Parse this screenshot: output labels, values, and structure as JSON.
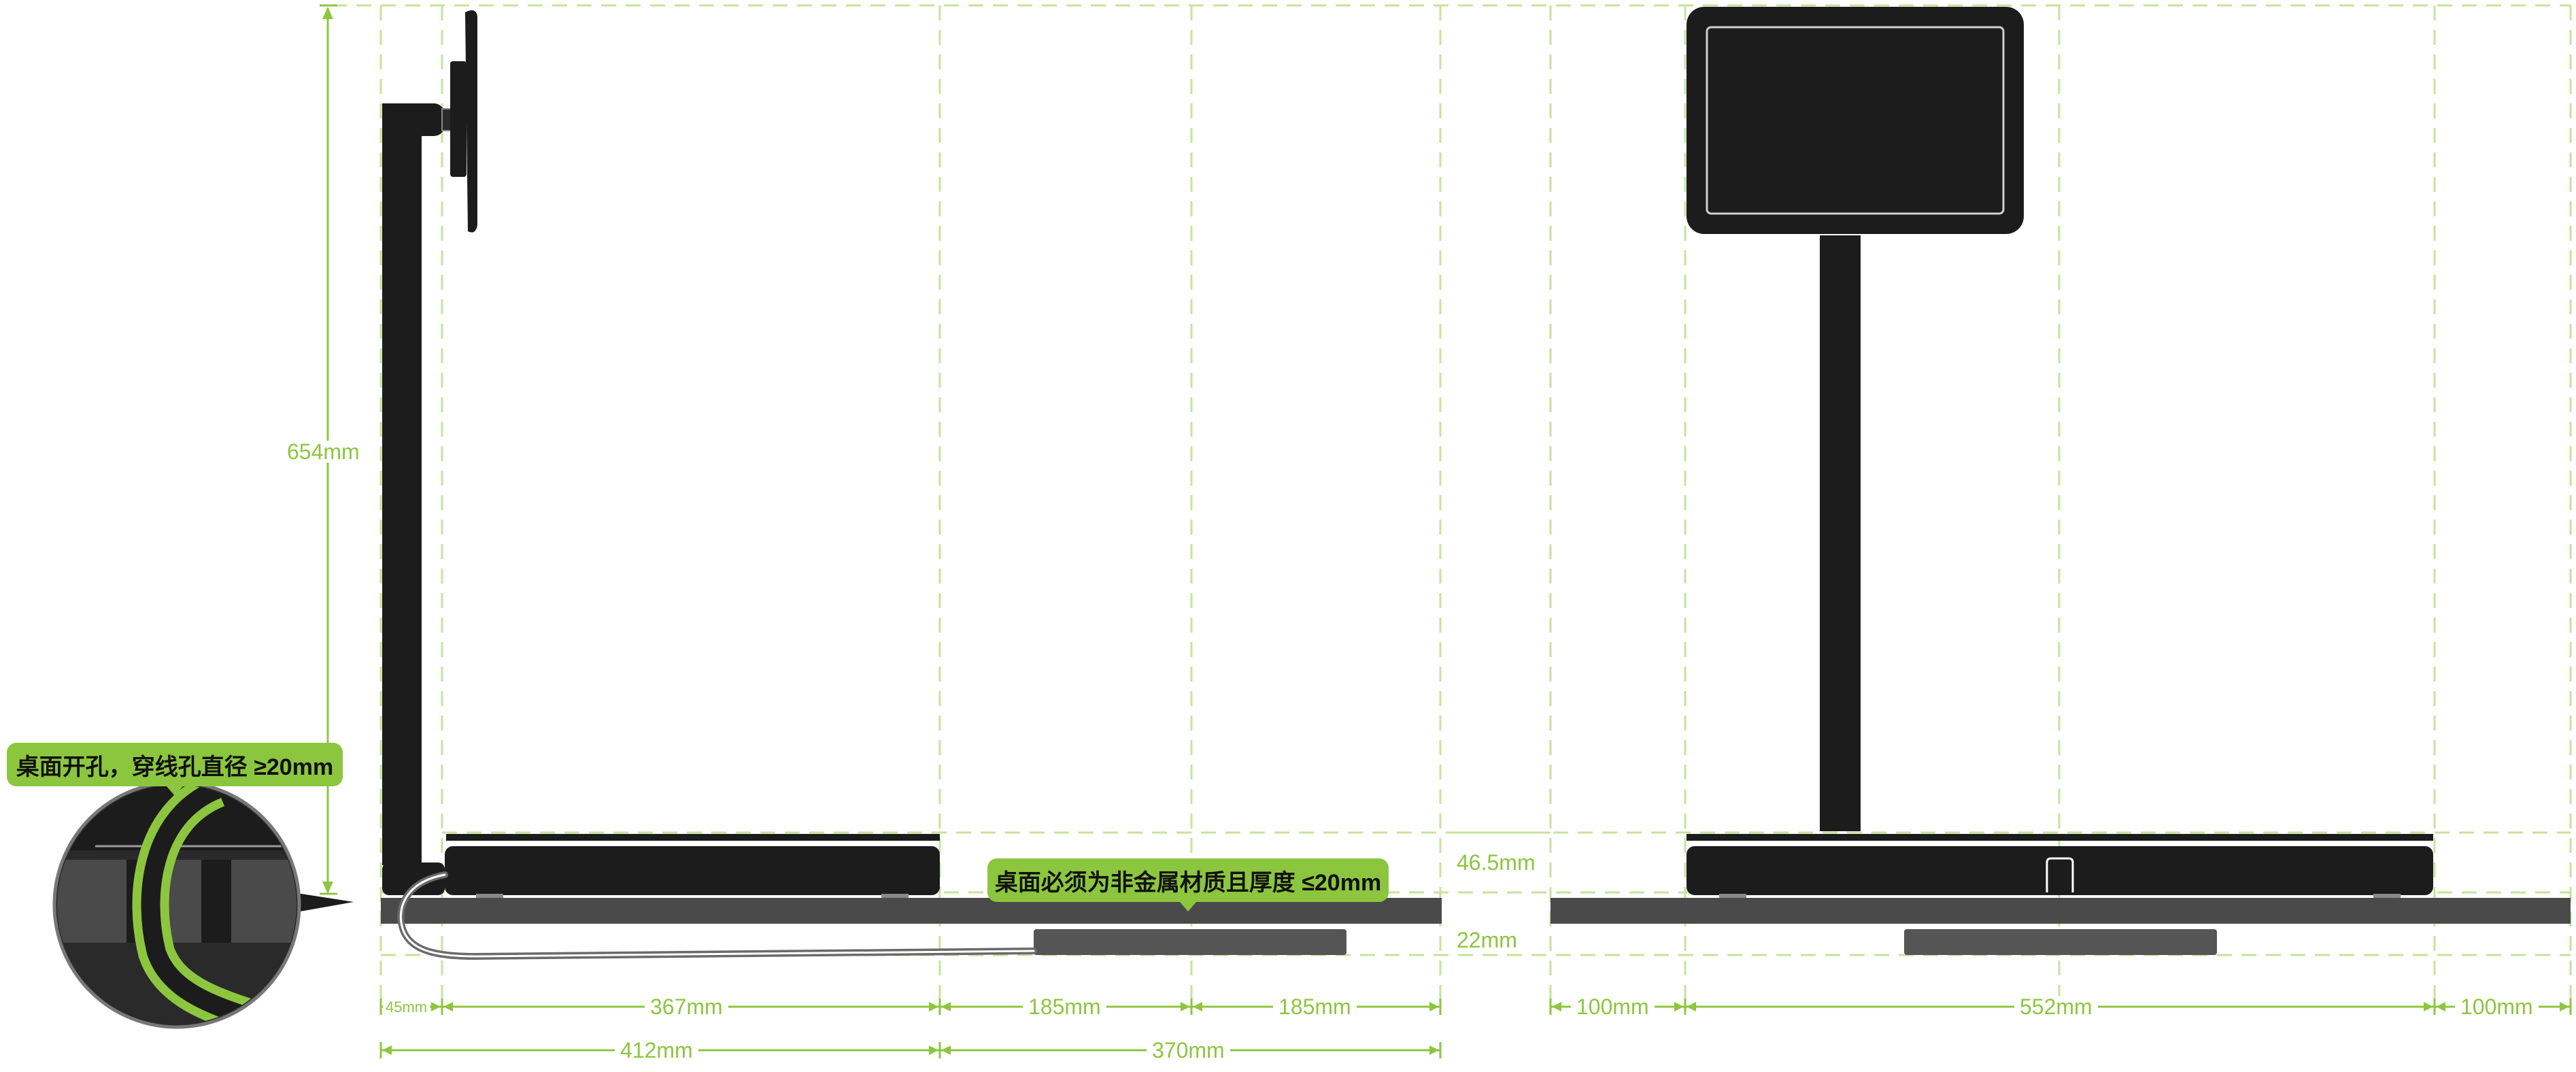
{
  "colors": {
    "accent": "#8cc63f",
    "device": "#1c1c1c",
    "desk": "#4a4a4a",
    "background": "#ffffff"
  },
  "callouts": {
    "hole": "桌面开孔，穿线孔直径 ≥20mm",
    "desk": "桌面必须为非金属材质且厚度 ≤20mm"
  },
  "dimensions": {
    "height_total": "654mm",
    "base_height": "46.5mm",
    "desk_thickness": "22mm",
    "side_pole_offset": "45mm",
    "side_base_depth": "367mm",
    "side_half_a": "185mm",
    "side_half_b": "185mm",
    "side_total": "412mm",
    "side_desk_span": "370mm",
    "front_margin_left": "100mm",
    "front_width": "552mm",
    "front_margin_right": "100mm"
  }
}
